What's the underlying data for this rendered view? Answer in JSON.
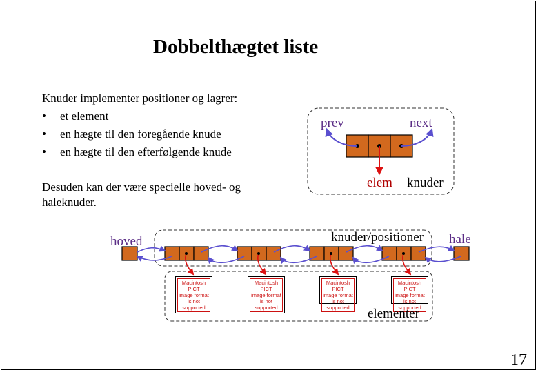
{
  "slide": {
    "title": "Dobbelthægtet liste",
    "intro": "Knuder implementer positioner og lagrer:",
    "bullets": [
      "et element",
      "en hægte til den foregående knude",
      "en hægte til den efterfølgende knude"
    ],
    "bullet_symbol": "•",
    "paragraph": "Desuden kan der være specielle hoved- og haleknuder.",
    "page_number": "17"
  },
  "node_diagram": {
    "prev_label": "prev",
    "next_label": "next",
    "elem_label": "elem",
    "node_label": "knuder"
  },
  "list_diagram": {
    "head_label": "hoved",
    "tail_label": "hale",
    "positions_label": "knuder/positioner",
    "elements_label": "elementer",
    "pict_line1": "Macintosh PICT",
    "pict_line2": "image format",
    "pict_line3": "is not supported"
  },
  "colors": {
    "node_fill": "#d2691e",
    "link_arrow": "#5a4fcf",
    "elem_arrow": "#dd1111",
    "label_purple": "#5b2d86"
  }
}
